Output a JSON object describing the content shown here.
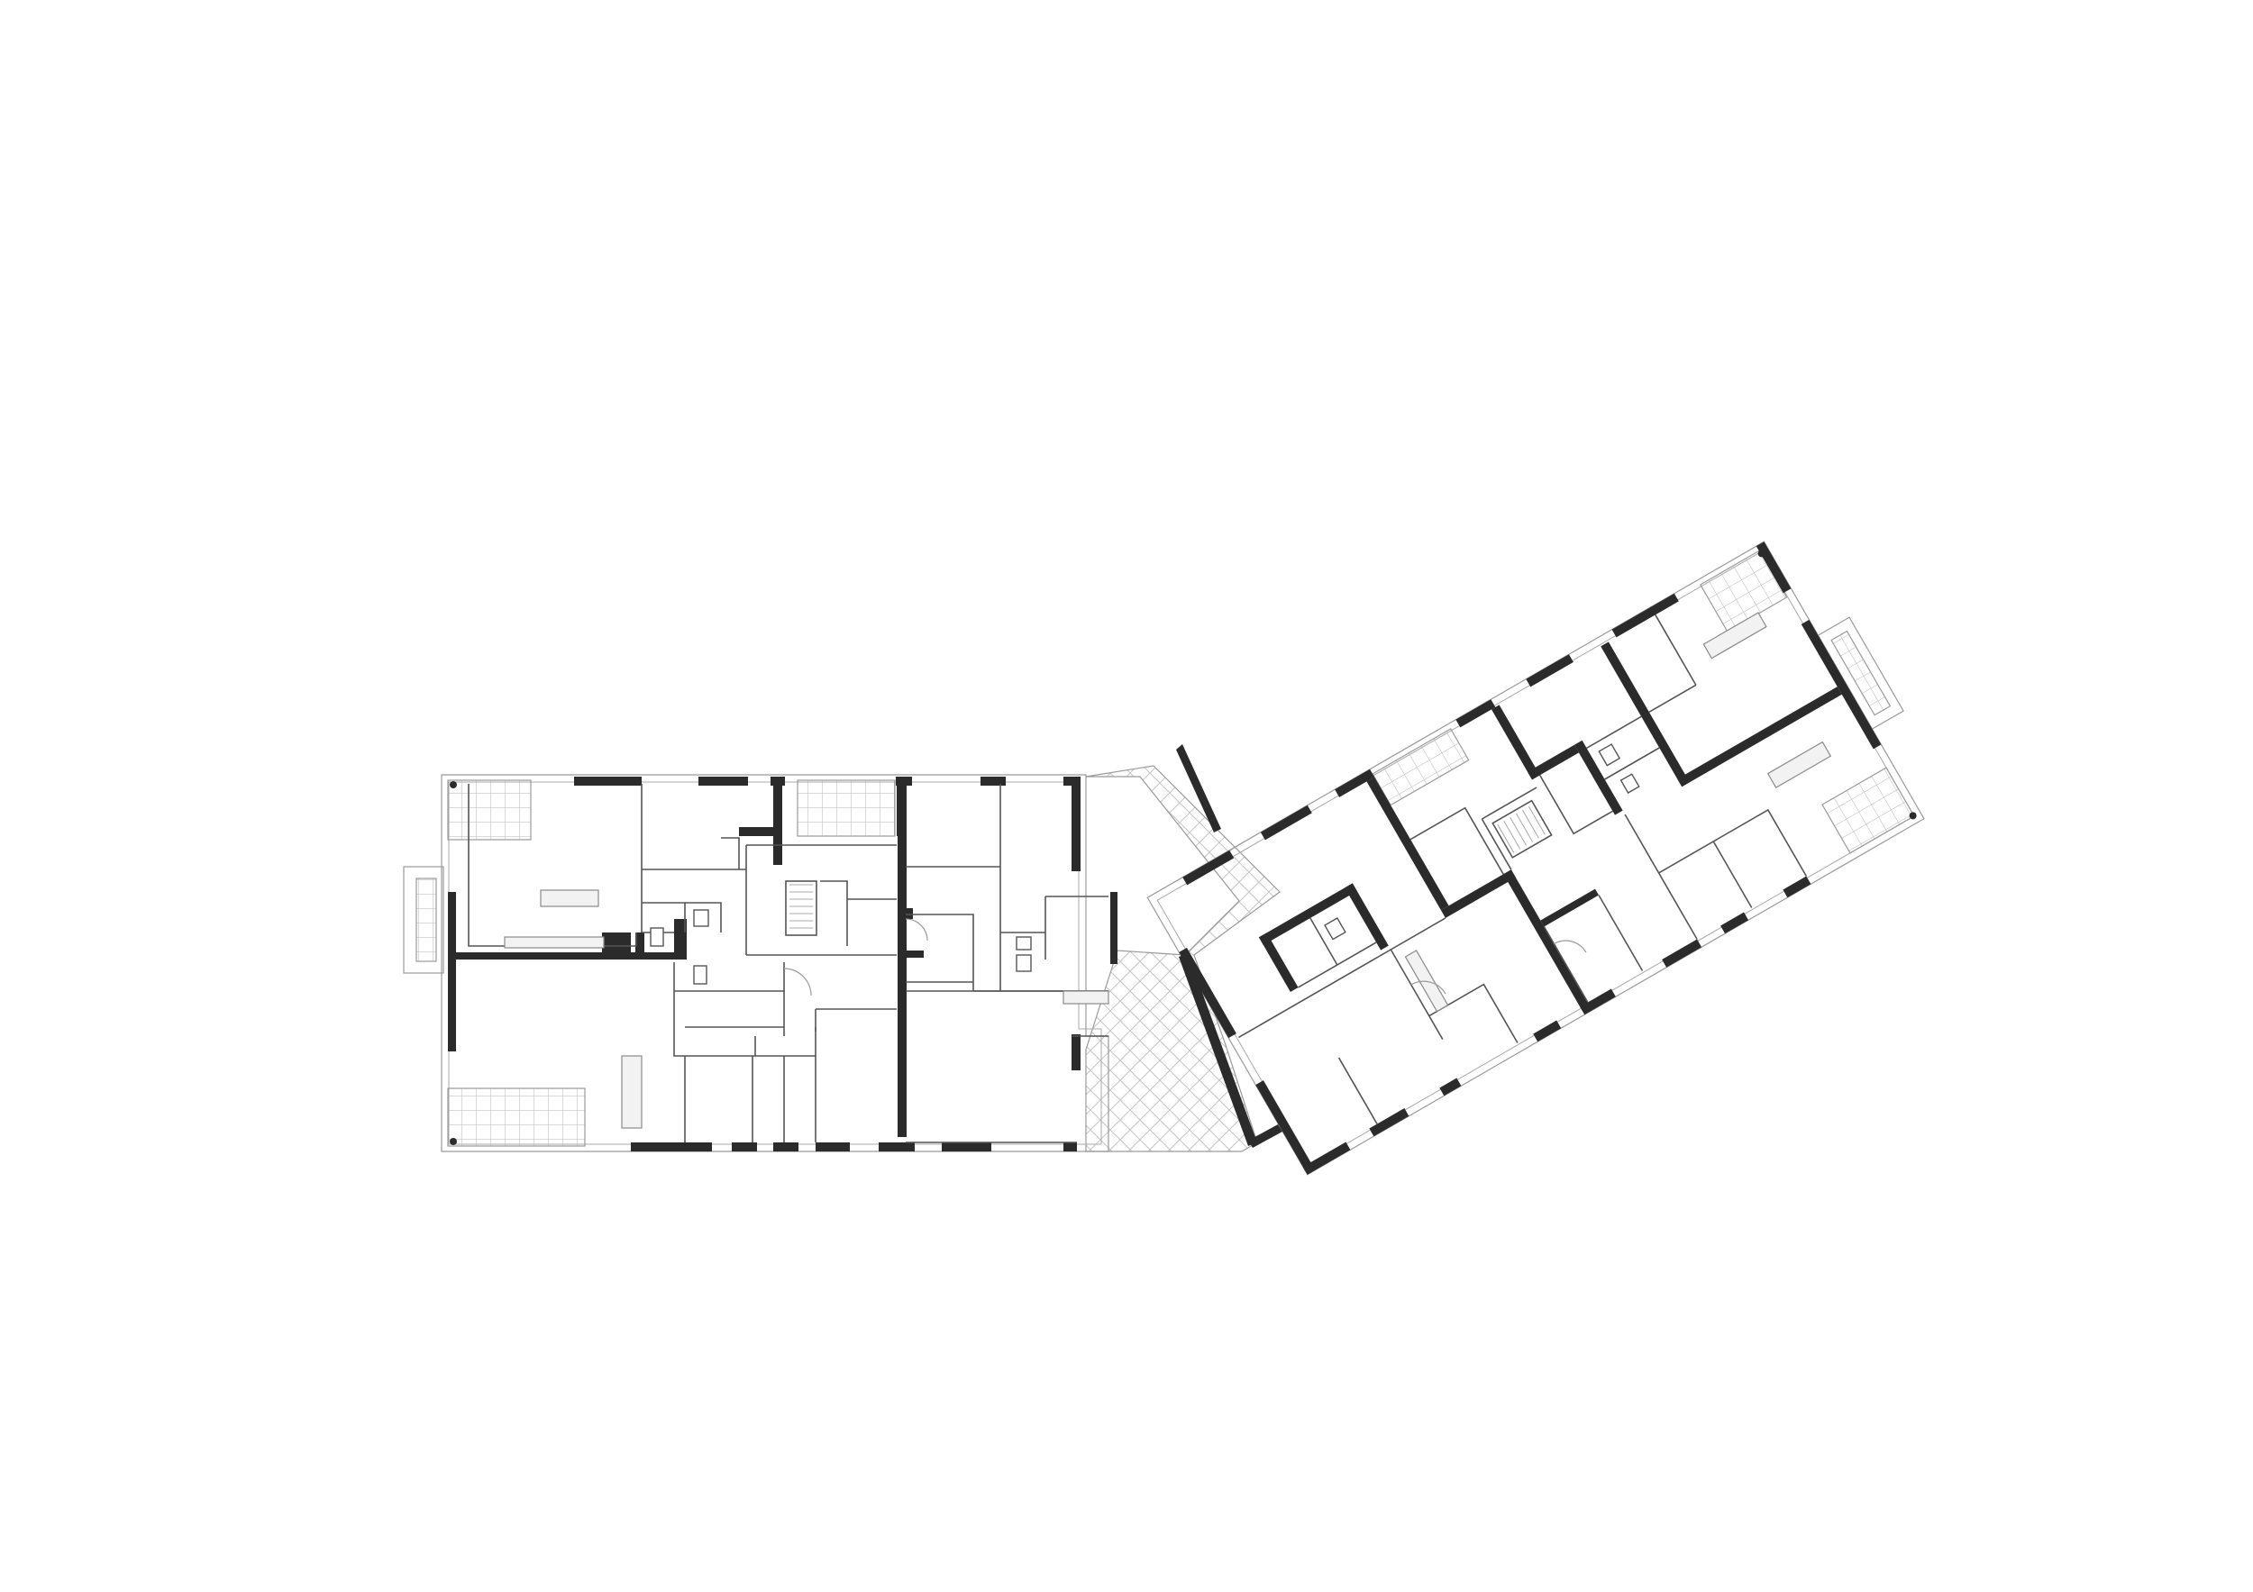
{
  "drawing": {
    "type": "architectural floor plan",
    "colors": {
      "background": "#ffffff",
      "structural_walls": "#2b2b2b",
      "partitions": "#555555",
      "outline": "#9a9a9a"
    },
    "wings": [
      "straight-wing",
      "angled-wing"
    ],
    "patterns": [
      "terrace-grid",
      "courtyard-diagonal-hatch"
    ]
  }
}
